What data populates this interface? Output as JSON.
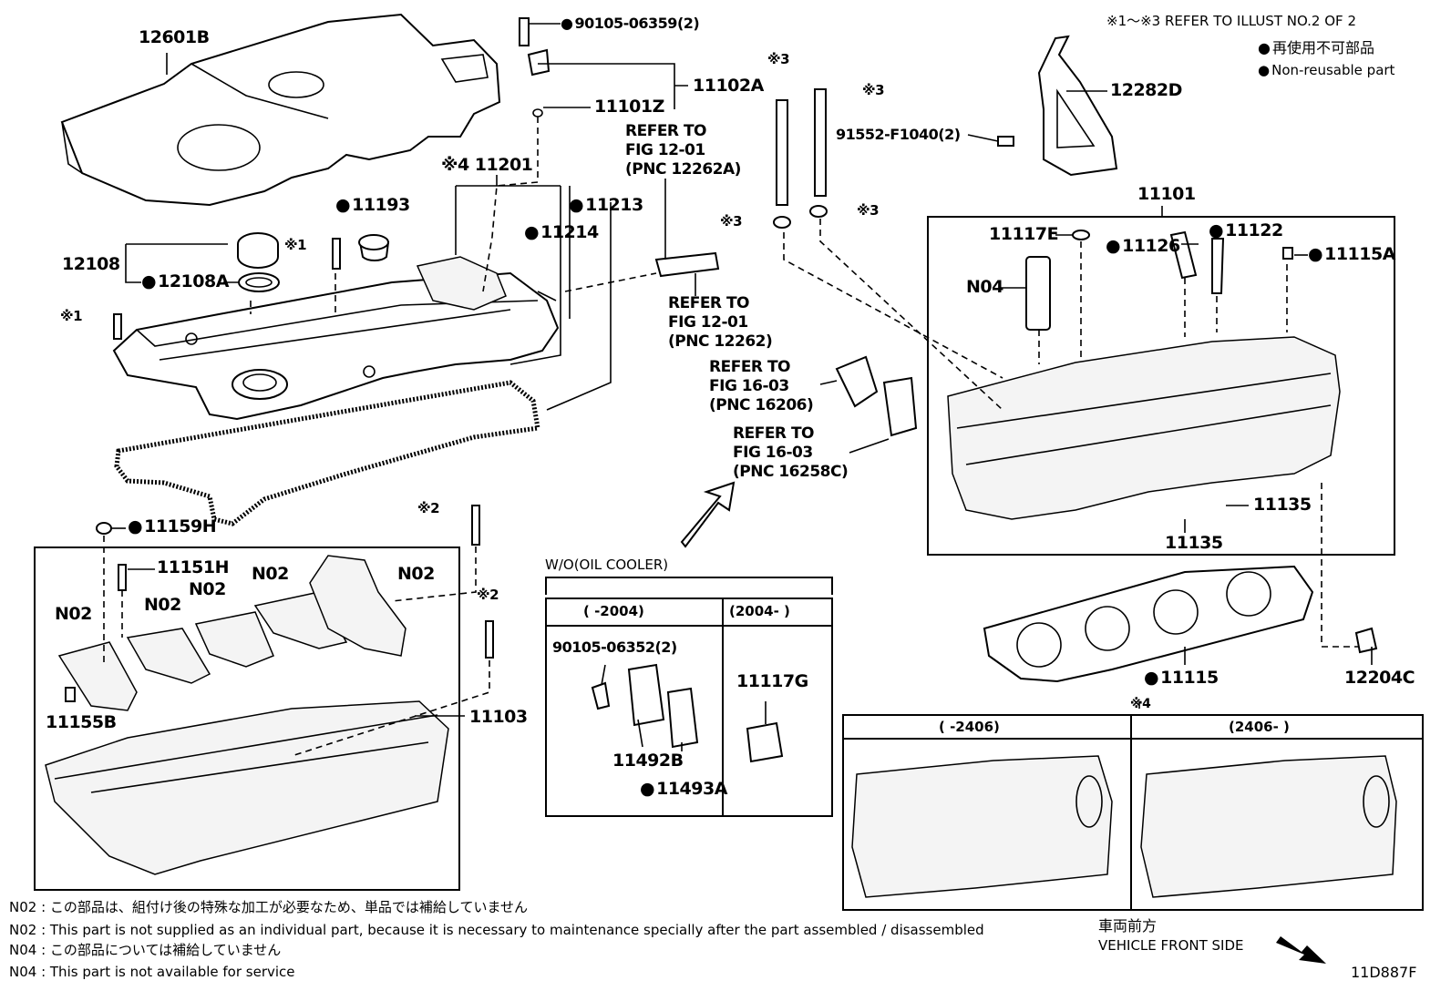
{
  "header": {
    "refer_note": "※1～※3  REFER TO ILLUST NO.2 OF 2",
    "legend_jp": "再使用不可部品",
    "legend_en": "Non-reusable part"
  },
  "parts": {
    "p12601B": "12601B",
    "p90105_06359": "90105-06359(2)",
    "p11102A": "11102A",
    "p11101Z": "11101Z",
    "p11201": "※4 11201",
    "p11193": "11193",
    "p11214": "11214",
    "p11213": "11213",
    "p12108": "12108",
    "p12108A": "12108A",
    "p12108_m1": "※1",
    "p_m1_bolt": "※1",
    "p_m3_a": "※3",
    "p_m3_b": "※3",
    "p_m3_c": "※3",
    "p_m3_d": "※3",
    "p91552": "91552-F1040(2)",
    "p12282D": "12282D",
    "p11101": "11101",
    "p11117E": "11117E",
    "p11126": "11126",
    "p11122": "11122",
    "p11115A": "11115A",
    "pN04": "N04",
    "p11135a": "11135",
    "p11135b": "11135",
    "p11115": "11115",
    "p12204C": "12204C",
    "p_m2_a": "※2",
    "p_m2_b": "※2",
    "p11159H": "11159H",
    "p11151H": "11151H",
    "pN02_a": "N02",
    "pN02_b": "N02",
    "pN02_c": "N02",
    "pN02_d": "N02",
    "pN02_e": "N02",
    "p11155B": "11155B",
    "p11103": "11103",
    "p90105_06352": "90105-06352(2)",
    "p11117G": "11117G",
    "p11492B": "11492B",
    "p11493A": "11493A",
    "p_m4": "※4"
  },
  "refs": {
    "ref1": [
      "REFER TO",
      "FIG 12-01",
      "(PNC 12262A)"
    ],
    "ref2": [
      "REFER TO",
      "FIG 12-01",
      "(PNC 12262)"
    ],
    "ref3": [
      "REFER TO",
      "FIG 16-03",
      "(PNC 16206)"
    ],
    "ref4": [
      "REFER TO",
      "FIG 16-03",
      "(PNC 16258C)"
    ]
  },
  "oil_cooler_box": {
    "title": "W/O(OIL COOLER)",
    "col1": "(         -2004)",
    "col2": "(2004-       )"
  },
  "variant_box": {
    "col1": "(       -2406)",
    "col2": "(2406-       )"
  },
  "footnotes": [
    "N02 : この部品は、組付け後の特殊な加工が必要なため、単品では補給していません",
    "N02 : This part is not supplied as an individual part, because it is necessary to maintenance specially after the part assembled / disassembled",
    "N04 : この部品については補給していません",
    "N04 : This part is not available for service"
  ],
  "direction": {
    "jp": "車両前方",
    "en": "VEHICLE FRONT SIDE"
  },
  "diagram_id": "11D887F"
}
